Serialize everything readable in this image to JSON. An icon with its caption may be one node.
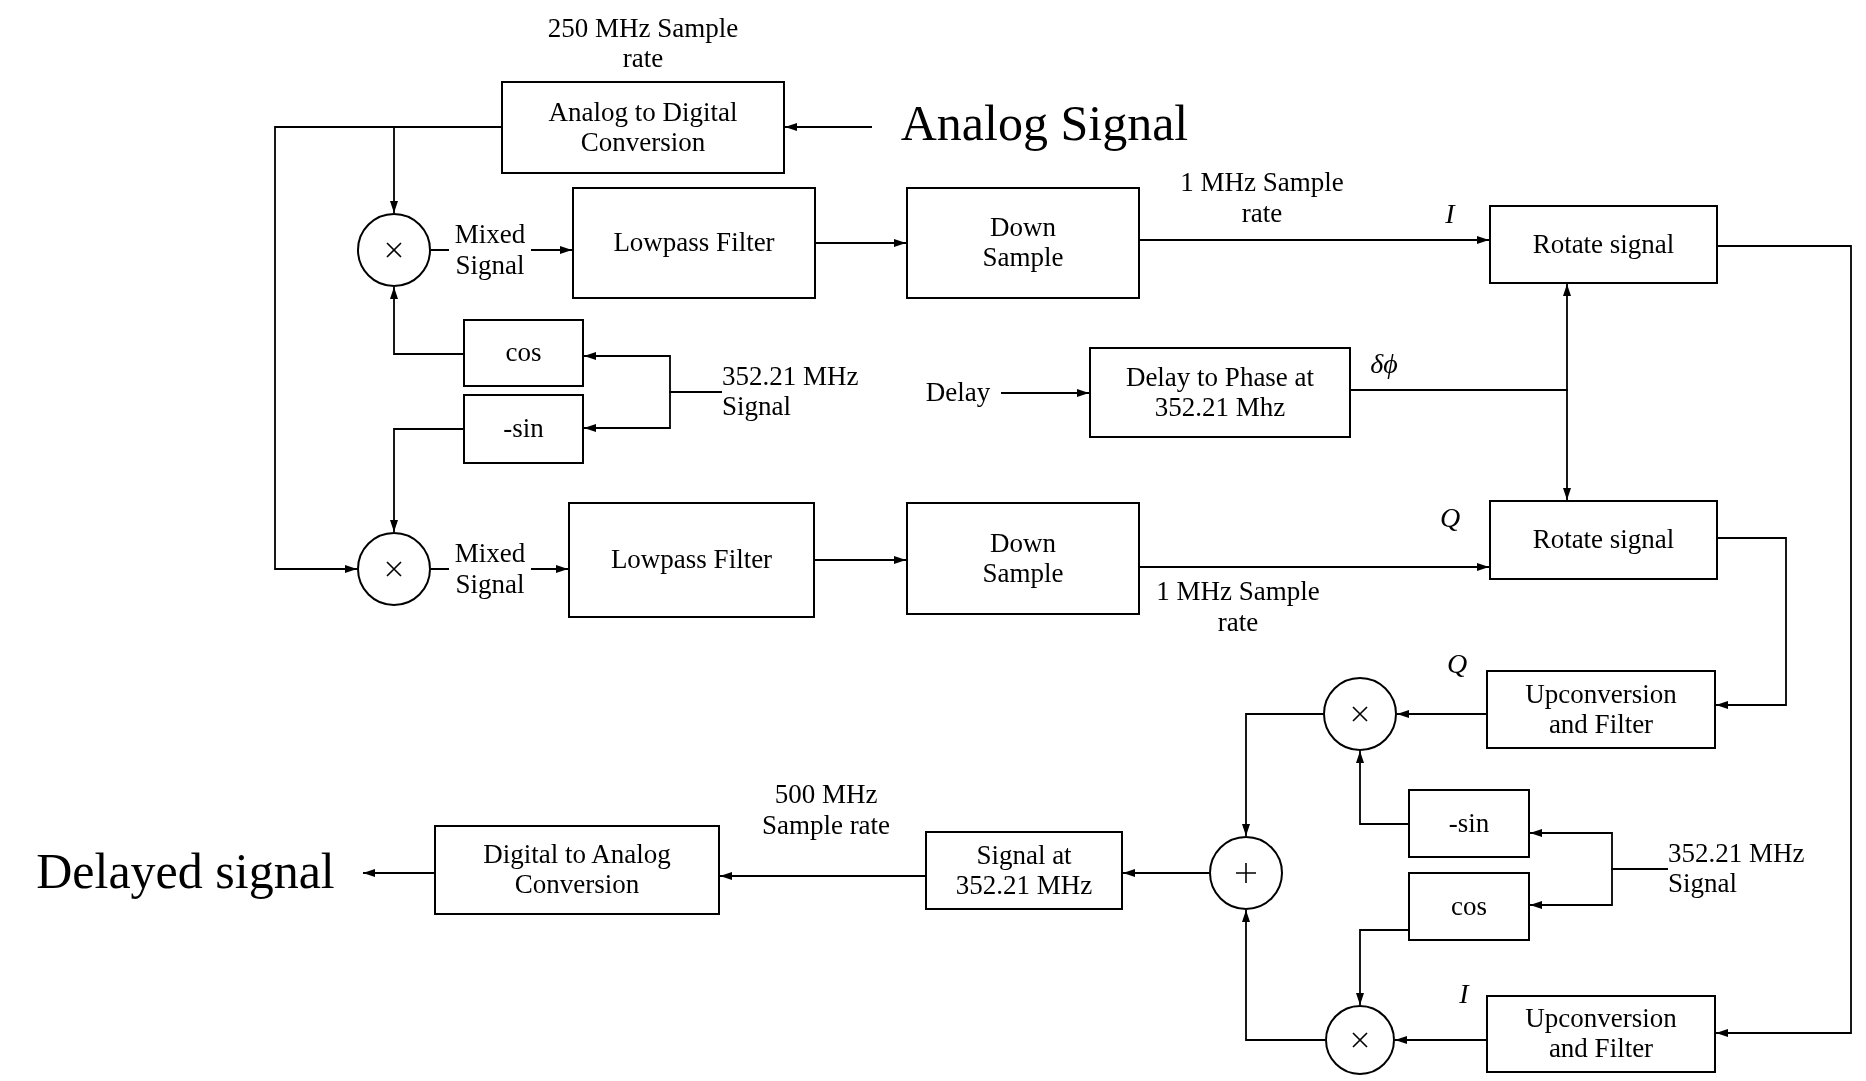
{
  "diagram": {
    "nodes": [
      {
        "text": [
          "Analog Signal"
        ]
      },
      {
        "text": [
          "Analog to Digital Conversion"
        ],
        "beside": [
          "250 MHz Sample rate"
        ]
      },
      {
        "text": [],
        "shape": "circle"
      },
      {
        "text": [
          "Lowpass Filter"
        ]
      },
      {
        "text": [
          "Down Sample"
        ]
      },
      {
        "text": [
          "Rotate signal"
        ]
      },
      {
        "text": [
          "cos"
        ]
      },
      {
        "text": [
          "-sin"
        ]
      },
      {
        "text": [
          "352.21 MHz Signal"
        ]
      },
      {
        "text": [
          "Delay"
        ]
      },
      {
        "text": [
          "Delay to Phase at 352.21 Mhz"
        ]
      },
      {
        "text": [],
        "shape": "circle"
      },
      {
        "text": [
          "Lowpass Filter"
        ]
      },
      {
        "text": [
          "Down Sample"
        ]
      },
      {
        "text": [
          "Rotate signal"
        ]
      },
      {
        "text": [
          "Upconversion and Filter"
        ]
      },
      {
        "text": [],
        "shape": "circle"
      },
      {
        "text": [
          "-sin"
        ]
      },
      {
        "text": [
          "cos"
        ]
      },
      {
        "text": [
          "352.21 MHz Signal"
        ]
      },
      {
        "text": [],
        "shape": "circle"
      },
      {
        "text": [
          "Signal at 352.21 MHz"
        ]
      },
      {
        "text": [
          "Digital to Analog Conversion"
        ]
      },
      {
        "text": [
          "Delayed signal"
        ]
      },
      {
        "text": [
          "Upconversion and Filter"
        ]
      },
      {
        "text": [],
        "shape": "circle"
      }
    ],
    "edges": [
      {
        "from": 0,
        "to": 1,
        "arrow": "to"
      },
      {
        "from": 1,
        "to": 2,
        "arrow": "to"
      },
      {
        "from": 1,
        "to": 11,
        "arrow": "to"
      },
      {
        "from": 2,
        "to": 3,
        "arrow": "to",
        "label": "Mixed Signal"
      },
      {
        "from": 3,
        "to": 4,
        "arrow": "to"
      },
      {
        "from": 4,
        "to": 5,
        "arrow": "to",
        "label": "1 MHz Sample rate"
      },
      {
        "from": 6,
        "to": 2,
        "arrow": "to"
      },
      {
        "from": 7,
        "to": 11,
        "arrow": "to"
      },
      {
        "from": 8,
        "to": 6,
        "arrow": "to"
      },
      {
        "from": 8,
        "to": 7,
        "arrow": "to"
      },
      {
        "from": 9,
        "to": 10,
        "arrow": "to"
      },
      {
        "from": 10,
        "to": 5,
        "arrow": "to"
      },
      {
        "from": 10,
        "to": 14,
        "arrow": "to"
      },
      {
        "from": 11,
        "to": 12,
        "arrow": "to",
        "label": "Mixed Signal"
      },
      {
        "from": 12,
        "to": 13,
        "arrow": "to"
      },
      {
        "from": 13,
        "to": 14,
        "arrow": "to",
        "label": "1 MHz Sample rate"
      },
      {
        "from": 5,
        "to": 24,
        "arrow": "to"
      },
      {
        "from": 14,
        "to": 15,
        "arrow": "to"
      },
      {
        "from": 15,
        "to": 16,
        "arrow": "to"
      },
      {
        "from": 24,
        "to": 25,
        "arrow": "to"
      },
      {
        "from": 17,
        "to": 16,
        "arrow": "to"
      },
      {
        "from": 18,
        "to": 25,
        "arrow": "to"
      },
      {
        "from": 19,
        "to": 17,
        "arrow": "to"
      },
      {
        "from": 19,
        "to": 18,
        "arrow": "to"
      },
      {
        "from": 16,
        "to": 20,
        "arrow": "to"
      },
      {
        "from": 25,
        "to": 20,
        "arrow": "to"
      },
      {
        "from": 20,
        "to": 21,
        "arrow": "to"
      },
      {
        "from": 21,
        "to": 22,
        "arrow": "to",
        "label": "500 MHz Sample rate"
      },
      {
        "from": 22,
        "to": 23,
        "arrow": "to"
      }
    ],
    "labels": [
      "I",
      "δϕ",
      "Q",
      "Q",
      "I"
    ]
  }
}
